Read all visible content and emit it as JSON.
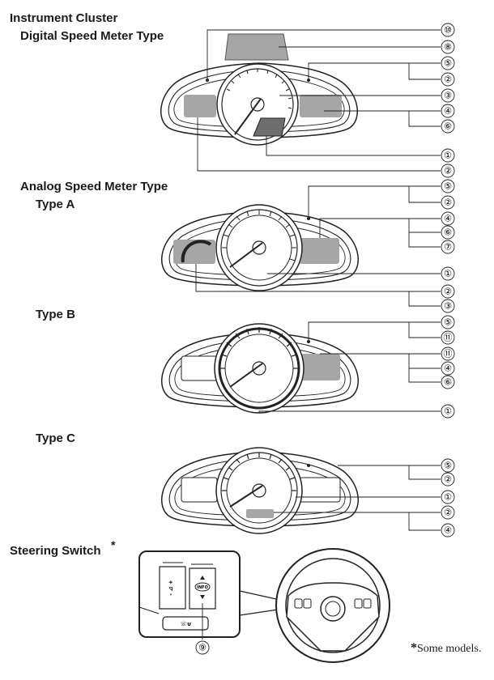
{
  "titles": {
    "instrument_cluster": "Instrument Cluster",
    "digital_type": "Digital Speed Meter Type",
    "analog_type": "Analog Speed Meter Type",
    "type_a": "Type A",
    "type_b": "Type B",
    "type_c": "Type C",
    "steering_switch": "Steering Switch",
    "steering_asterisk": "*"
  },
  "footnote": {
    "asterisk": "*",
    "text": "Some models."
  },
  "callouts": {
    "digital": [
      "⑩",
      "⑧",
      "⑤",
      "②",
      "③",
      "④",
      "⑥",
      "①",
      "②"
    ],
    "type_a": [
      "⑤",
      "②",
      "④",
      "⑥",
      "⑦",
      "①",
      "②",
      "③"
    ],
    "type_b": [
      "⑤",
      "⑪",
      "⑪",
      "④",
      "⑥",
      "①"
    ],
    "type_c": [
      "⑤",
      "②",
      "①",
      "②",
      "④"
    ],
    "steering": [
      "⑨"
    ]
  },
  "switch_labels": {
    "info": "INFO"
  }
}
